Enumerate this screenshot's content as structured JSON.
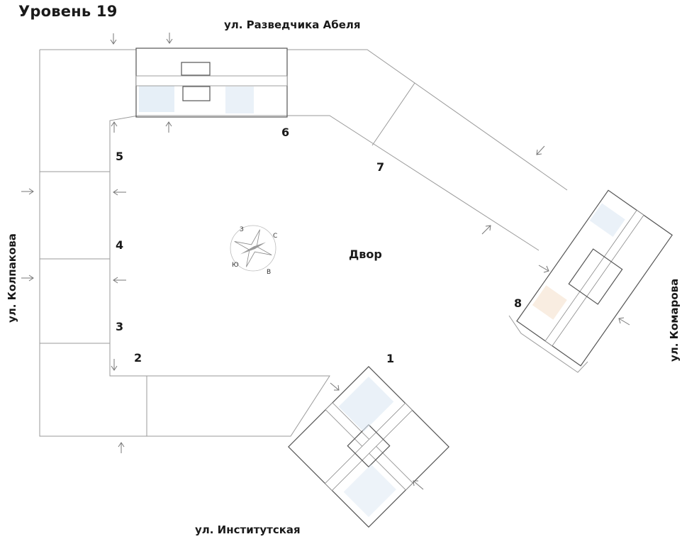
{
  "title": "Уровень 19",
  "streets": {
    "top": "ул. Разведчика Абеля",
    "left": "ул. Колпакова",
    "right": "ул. Комарова",
    "bottom": "ул. Институтская"
  },
  "yard_label": "Двор",
  "section_numbers": [
    "1",
    "2",
    "3",
    "4",
    "5",
    "6",
    "7",
    "8"
  ],
  "compass": {
    "north": "С",
    "south": "Ю",
    "east": "В",
    "west": "З"
  },
  "colors": {
    "outline": "#9a9a9a",
    "walls": "#555555",
    "accent_blue": "#dce8f4",
    "accent_orange": "#f7e6d4"
  }
}
